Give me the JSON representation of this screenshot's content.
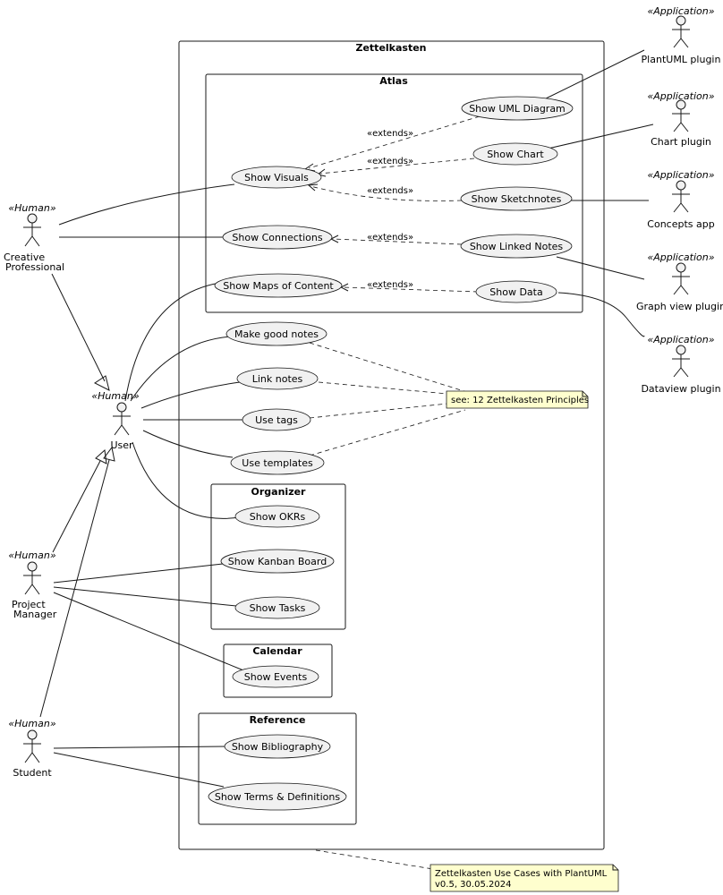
{
  "packages": {
    "zettelkasten": "Zettelkasten",
    "atlas": "Atlas",
    "organizer": "Organizer",
    "calendar": "Calendar",
    "reference": "Reference"
  },
  "actors": {
    "plantuml_plugin": {
      "stereotype": "«Application»",
      "label": "PlantUML plugin"
    },
    "chart_plugin": {
      "stereotype": "«Application»",
      "label": "Chart plugin"
    },
    "concepts_app": {
      "stereotype": "«Application»",
      "label": "Concepts app"
    },
    "graph_view_plugin": {
      "stereotype": "«Application»",
      "label": "Graph view plugin"
    },
    "dataview_plugin": {
      "stereotype": "«Application»",
      "label": "Dataview plugin"
    },
    "creative_professional": {
      "stereotype": "«Human»",
      "label_line1": "Creative",
      "label_line2": "Professional"
    },
    "user": {
      "stereotype": "«Human»",
      "label": "User"
    },
    "project_manager": {
      "stereotype": "«Human»",
      "label_line1": "Project",
      "label_line2": "Manager"
    },
    "student": {
      "stereotype": "«Human»",
      "label": "Student"
    }
  },
  "use_cases": {
    "show_uml_diagram": "Show UML Diagram",
    "show_chart": "Show Chart",
    "show_visuals": "Show Visuals",
    "show_sketchnotes": "Show Sketchnotes",
    "show_connections": "Show Connections",
    "show_linked_notes": "Show Linked Notes",
    "show_maps_of_content": "Show Maps of Content",
    "show_data": "Show Data",
    "make_good_notes": "Make good notes",
    "link_notes": "Link notes",
    "use_tags": "Use tags",
    "use_templates": "Use templates",
    "show_okrs": "Show OKRs",
    "show_kanban_board": "Show Kanban Board",
    "show_tasks": "Show Tasks",
    "show_events": "Show Events",
    "show_bibliography": "Show Bibliography",
    "show_terms": "Show Terms & Definitions"
  },
  "relations": {
    "extends": "«extends»"
  },
  "notes": {
    "principles": "see: 12 Zettelkasten Principles",
    "footer_line1": "Zettelkasten Use Cases with PlantUML",
    "footer_line2": "v0.5, 30.05.2024"
  }
}
